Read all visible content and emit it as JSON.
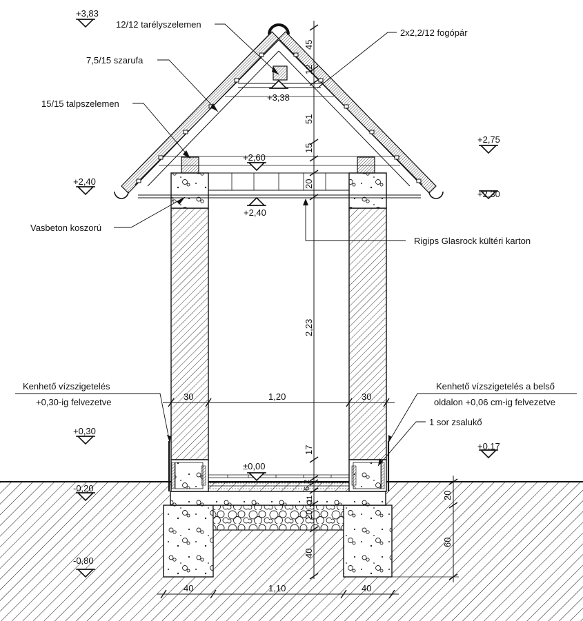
{
  "callouts": {
    "ridge_purlin": "12/12 tarélyszelemen",
    "rafter": "7,5/15 szarufa",
    "wall_plate": "15/15 talpszelemen",
    "collar_pair": "2x2,2/12 fogópár",
    "ring_beam": "Vasbeton koszorú",
    "ceiling_board": "Rigips Glasrock kültéri karton",
    "waterproof_left_1": "Kenhető vízszigetelés",
    "waterproof_left_2": "+0,30-ig felvezetve",
    "waterproof_right_1": "Kenhető vízszigetelés a belső",
    "waterproof_right_2": "oldalon +0,06 cm-ig felvezetve",
    "formwork_block": "1 sor zsalukő"
  },
  "levels": {
    "l383": "+3,83",
    "l338": "+3,38",
    "l275": "+2,75",
    "l260": "+2,60",
    "l240a": "+2,40",
    "l240b": "+2,40",
    "l230": "+2,30",
    "l030": "+0,30",
    "l017": "+0,17",
    "l000": "±0,00",
    "lm020": "-0,20",
    "lm080": "-0,80"
  },
  "dimensions": {
    "v45": "45",
    "v12": "12",
    "v51": "51",
    "v15": "15",
    "v20a": "20",
    "v223": "2,23",
    "v17": "17",
    "v2": "2",
    "v6": "6",
    "v11": "11",
    "v20b": "20",
    "v40v": "40",
    "v20r": "20",
    "v60r": "60",
    "h30l": "30",
    "h120": "1,20",
    "h30r": "30",
    "h40l": "40",
    "h110": "1,10",
    "h40r": "40"
  }
}
